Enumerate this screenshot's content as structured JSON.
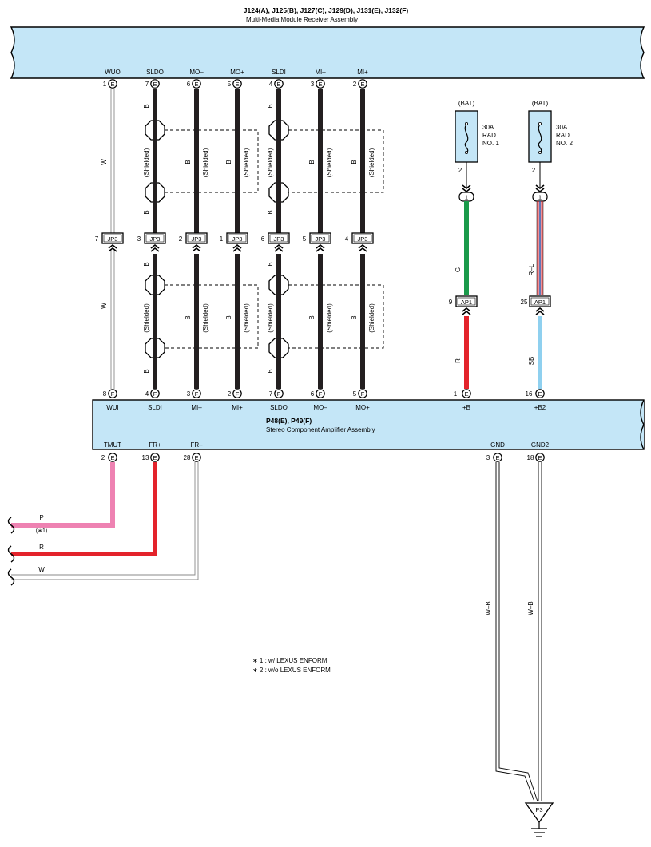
{
  "top_component": {
    "connectors": "J124(A), J125(B), J127(C), J129(D), J131(E), J132(F)",
    "name": "Multi-Media Module Receiver Assembly"
  },
  "amplifier": {
    "connectors": "P48(E), P49(F)",
    "name": "Stereo Component Amplifier Assembly"
  },
  "top_pins": [
    {
      "label": "WUO",
      "pin": "1",
      "conn": "E"
    },
    {
      "label": "SLDO",
      "pin": "7",
      "conn": "E"
    },
    {
      "label": "MO–",
      "pin": "6",
      "conn": "E"
    },
    {
      "label": "MO+",
      "pin": "5",
      "conn": "E"
    },
    {
      "label": "SLDI",
      "pin": "4",
      "conn": "E"
    },
    {
      "label": "MI–",
      "pin": "3",
      "conn": "E"
    },
    {
      "label": "MI+",
      "pin": "2",
      "conn": "E"
    }
  ],
  "bottom_pins": [
    {
      "label": "WUI",
      "pin": "8",
      "conn": "F"
    },
    {
      "label": "SLDI",
      "pin": "4",
      "conn": "F"
    },
    {
      "label": "MI–",
      "pin": "3",
      "conn": "F"
    },
    {
      "label": "MI+",
      "pin": "2",
      "conn": "F"
    },
    {
      "label": "SLDO",
      "pin": "7",
      "conn": "F"
    },
    {
      "label": "MO–",
      "pin": "6",
      "conn": "F"
    },
    {
      "label": "MO+",
      "pin": "5",
      "conn": "F"
    }
  ],
  "jp3_pins": [
    "7",
    "3",
    "2",
    "1",
    "6",
    "5",
    "4"
  ],
  "junction_label": "JP3",
  "wire_colors_upper": [
    "W",
    "B",
    "B",
    "B",
    "B",
    "B",
    "B"
  ],
  "wire_colors_lower": [
    "W",
    "B",
    "B",
    "B",
    "B",
    "B",
    "B"
  ],
  "shielded_label": "(Shielded)",
  "fuses": [
    {
      "source": "(BAT)",
      "rating": "30A",
      "name1": "RAD",
      "name2": "NO. 1",
      "out_pin": "2",
      "conn_pin": "1",
      "junction": "AP1",
      "junction_pin": "9",
      "upper_wire": "G",
      "lower_wire": "R",
      "amp_pin": "1",
      "amp_conn": "E",
      "amp_label": "+B"
    },
    {
      "source": "(BAT)",
      "rating": "30A",
      "name1": "RAD",
      "name2": "NO. 2",
      "out_pin": "2",
      "conn_pin": "1",
      "junction": "AP1",
      "junction_pin": "25",
      "upper_wire": "R–L",
      "lower_wire": "SB",
      "amp_pin": "16",
      "amp_conn": "E",
      "amp_label": "+B2"
    }
  ],
  "amp_bottom_pins": [
    {
      "label": "TMUT",
      "pin": "2",
      "conn": "E"
    },
    {
      "label": "FR+",
      "pin": "13",
      "conn": "E"
    },
    {
      "label": "FR–",
      "pin": "28",
      "conn": "E"
    },
    {
      "label": "GND",
      "pin": "3",
      "conn": "E"
    },
    {
      "label": "GND2",
      "pin": "18",
      "conn": "E"
    }
  ],
  "left_wires": [
    {
      "color": "P",
      "note": "(∗1)"
    },
    {
      "color": "R"
    },
    {
      "color": "W"
    }
  ],
  "ground_wire": "W–B",
  "ground_point": "P3",
  "notes": [
    "∗ 1 : w/ LEXUS ENFORM",
    "∗ 2 : w/o LEXUS ENFORM"
  ],
  "colors": {
    "component_fill": "#c4e6f7",
    "wire_black": "#231f20",
    "wire_green": "#1a9a4a",
    "wire_red": "#e3232b",
    "wire_sky": "#8fd0ef",
    "wire_pink": "#ee82b2",
    "wire_blue_stripe": "#3a55a4"
  }
}
